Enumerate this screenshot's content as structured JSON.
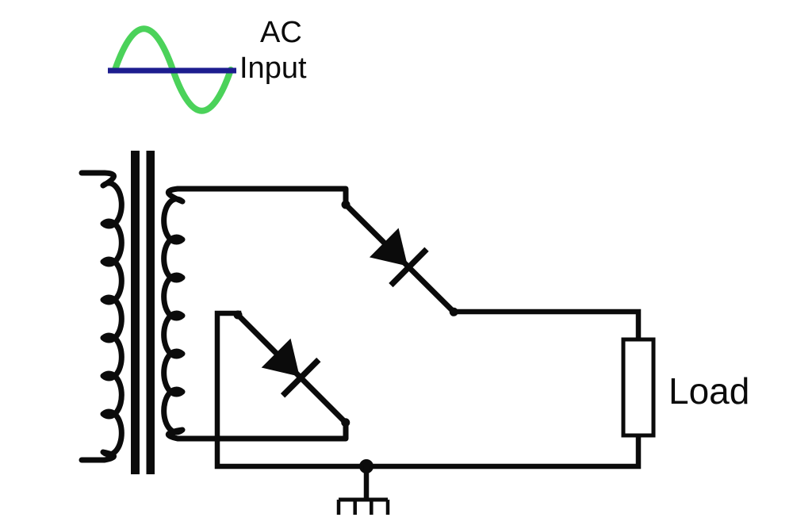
{
  "labels": {
    "ac_input_line1": "AC",
    "ac_input_line2": "Input",
    "load": "Load"
  },
  "colors": {
    "line": "#0b0b0b",
    "sine_green": "#4bd25a",
    "axis_blue": "#1d1d8f",
    "background": "#ffffff"
  },
  "components": {
    "waveform": "ac-sine-wave-with-zero-axis",
    "transformer": "iron-core-transformer-two-windings",
    "diodes": [
      "diode-top",
      "diode-bottom"
    ],
    "load": "load-resistor-box",
    "ground": "chassis-ground-symbol",
    "junction": "node-junction-dot"
  }
}
